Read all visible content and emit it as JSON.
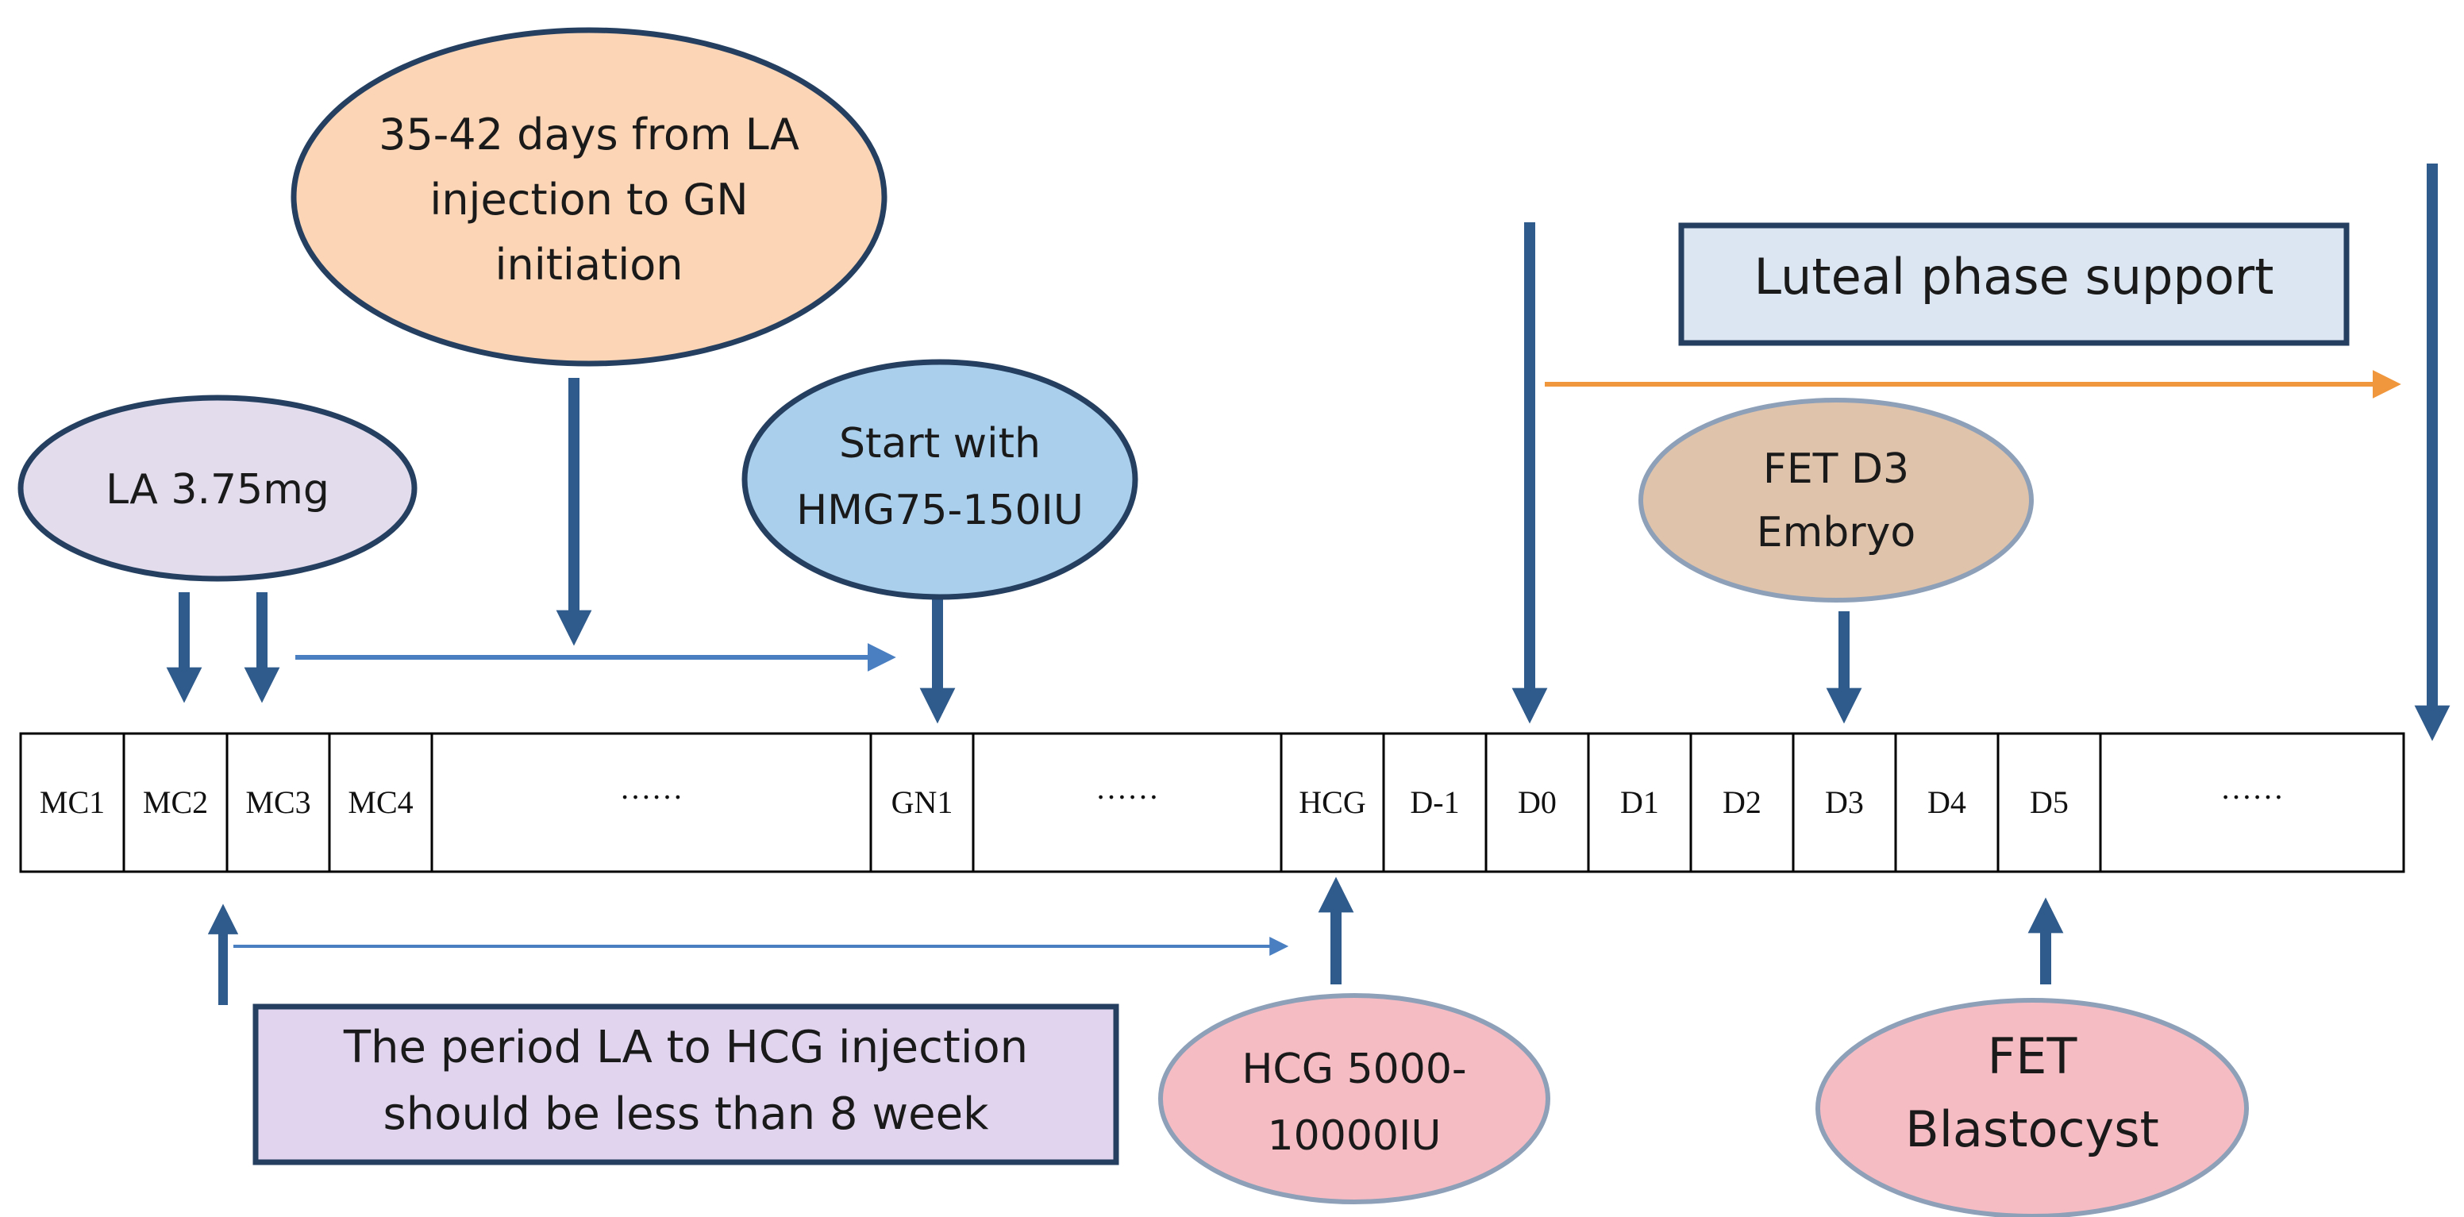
{
  "timeline_cells": [
    "MC1",
    "MC2",
    "MC3",
    "MC4",
    "……",
    "GN1",
    "……",
    "HCG",
    "D-1",
    "D0",
    "D1",
    "D2",
    "D3",
    "D4",
    "D5",
    "……"
  ],
  "ellipses": {
    "la_dose": "LA 3.75mg",
    "la_to_gn": [
      "35-42 days from LA",
      "injection to GN",
      "initiation"
    ],
    "hmg_start": [
      "Start with",
      "HMG75-150IU"
    ],
    "fet_d3": [
      "FET D3",
      "Embryo"
    ],
    "hcg_dose": [
      "HCG 5000-",
      "10000IU"
    ],
    "fet_blastocyst": [
      "FET",
      "Blastocyst"
    ]
  },
  "boxes": {
    "luteal_support": "Luteal phase support",
    "la_hcg_period": [
      "The period LA to HCG injection",
      "should be less than 8 week"
    ]
  },
  "colors": {
    "dark_arrow": "#2F5B8C",
    "blue_arrow": "#4A7FC1",
    "orange_arrow": "#F0963C",
    "outline": "#243F60",
    "la_dose_fill": "#E2DCEC",
    "la_to_gn_fill": "#FBD5B5",
    "hmg_fill": "#A9CFEC",
    "fet_d3_fill": "#DFC3AB",
    "hcg_fill": "#F6BCC4",
    "fet_blastocyst_fill": "#F6BCC4",
    "luteal_fill": "#DCE6F2",
    "period_fill": "#E0D4EE"
  }
}
